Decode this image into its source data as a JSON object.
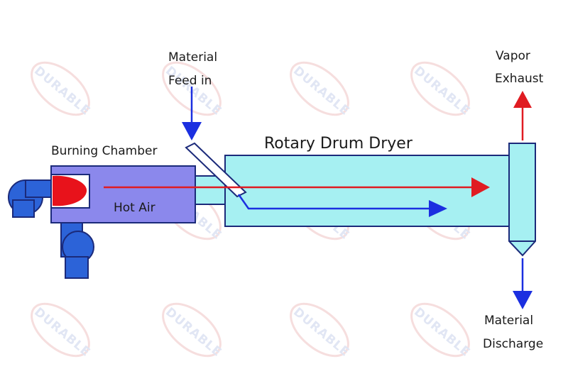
{
  "watermark": {
    "text": "DURABLE"
  },
  "labels": {
    "material_feed_line1": "Material",
    "material_feed_line2": "Feed in",
    "burning_chamber": "Burning Chamber",
    "rotary_drum_dryer": "Rotary Drum Dryer",
    "hot_air": "Hot Air",
    "vapor_line1": "Vapor",
    "vapor_line2": "Exhaust",
    "discharge_line1": "Material",
    "discharge_line2": "Discharge"
  },
  "colors": {
    "drum_fill": "#a6f0f2",
    "chamber_fill": "#8b88ec",
    "blower_fill": "#2c63d8",
    "flame": "#e8121b",
    "arrow_blue": "#1b2fe0",
    "arrow_red": "#e01c22",
    "outline": "#1b2a7a"
  }
}
